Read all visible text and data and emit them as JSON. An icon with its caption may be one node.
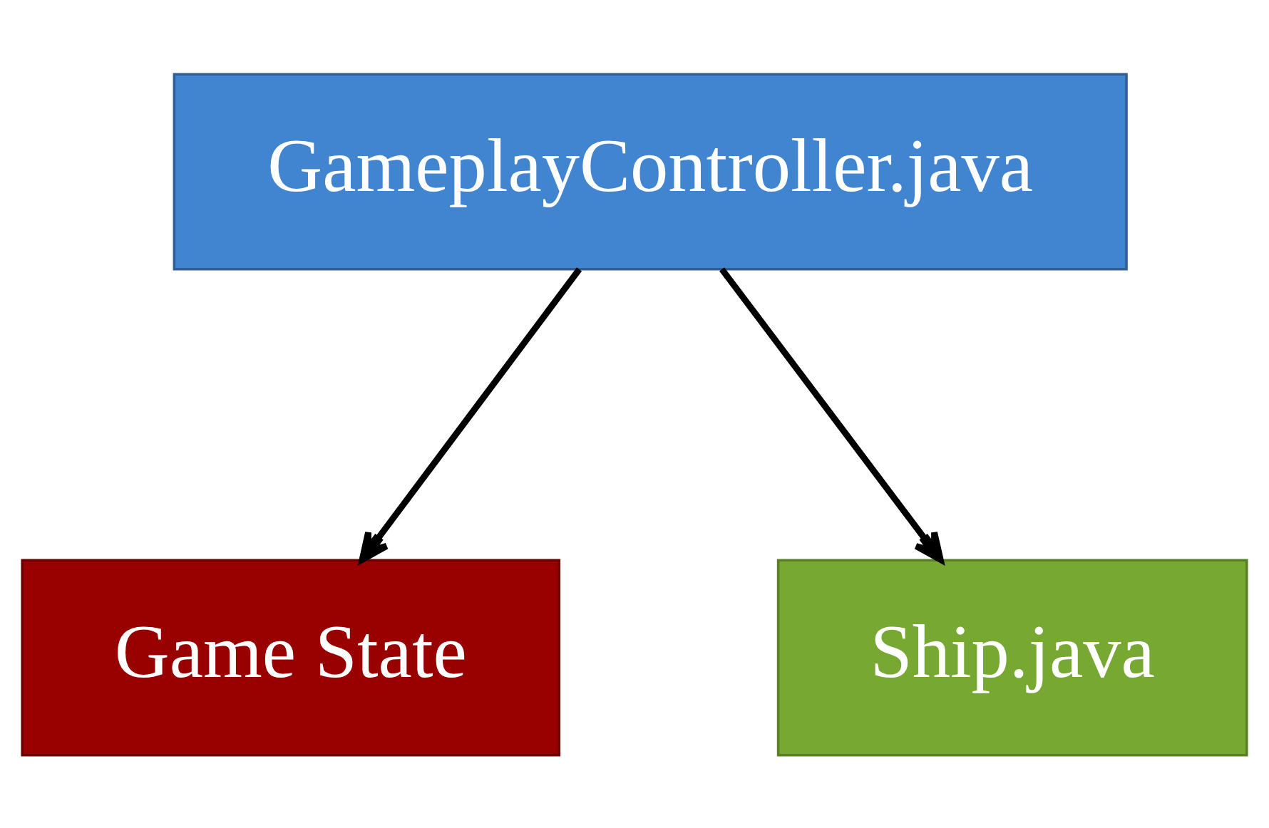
{
  "diagram": {
    "nodes": [
      {
        "text": [
          "GameplayController.java"
        ]
      },
      {
        "text": [
          "Game State"
        ]
      },
      {
        "text": [
          "Ship.java"
        ]
      }
    ],
    "edges": [
      {
        "from": 0,
        "to": 1,
        "arrow": "to"
      },
      {
        "from": 0,
        "to": 2,
        "arrow": "to"
      }
    ]
  }
}
